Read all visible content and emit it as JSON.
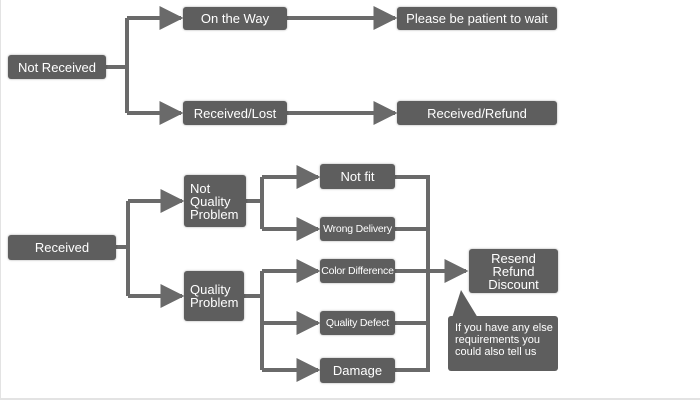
{
  "diagram": {
    "nodes": {
      "not_received": "Not Received",
      "on_the_way": "On the Way",
      "patient_wait": "Please be patient to wait",
      "received_lost": "Received/Lost",
      "received_refund": "Received/Refund",
      "received": "Received",
      "not_quality_problem": "Not\nQuality\nProblem",
      "quality_problem": "Quality\nProblem",
      "not_fit": "Not fit",
      "wrong_delivery": "Wrong Delivery",
      "color_difference": "Color Difference",
      "quality_defect": "Quality Defect",
      "damage": "Damage",
      "resolution": "Resend\nRefund\nDiscount"
    },
    "callout": "If you have any else\nrequirements you\ncould also tell us"
  },
  "colors": {
    "node_fill": "#5e5e5e",
    "connector": "#6a6a6a",
    "text": "#ffffff",
    "background": "#ffffff"
  }
}
